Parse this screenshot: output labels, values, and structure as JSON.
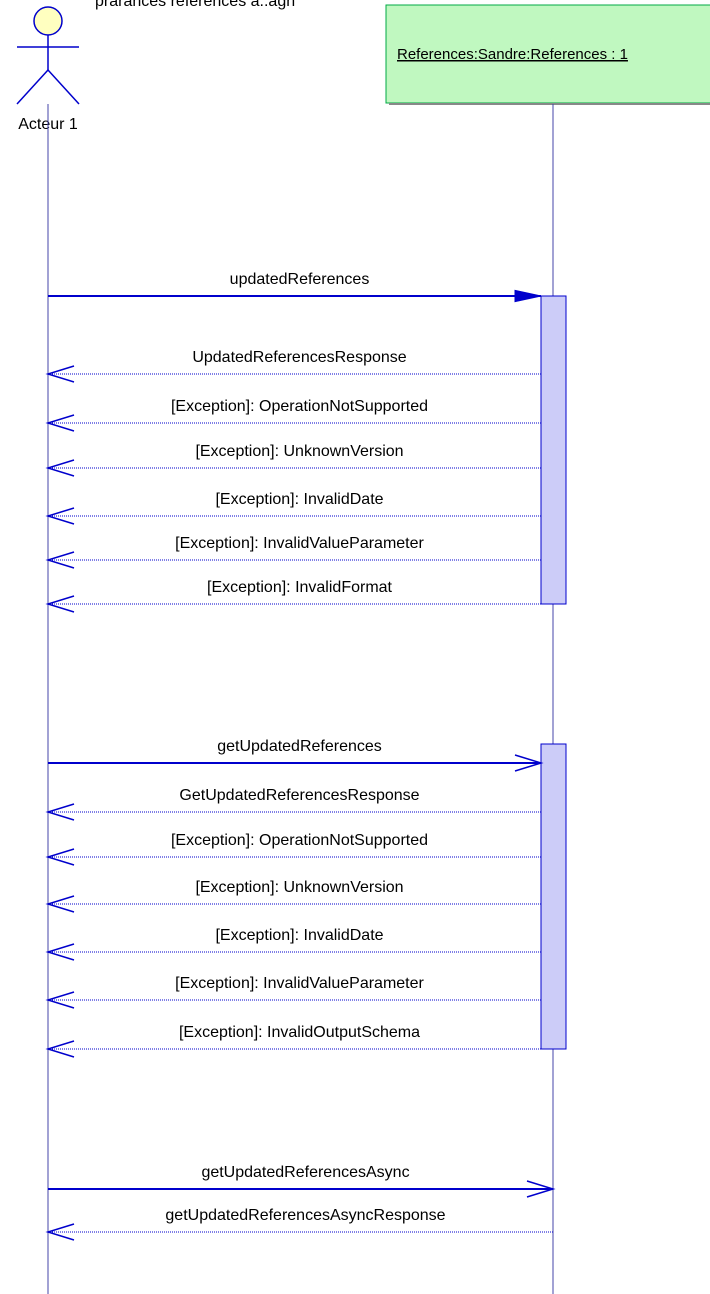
{
  "diagram_top_text": "prarances references a..agn",
  "colors": {
    "line": "#0000cc",
    "lifeline": "#4444aa",
    "actor_head_fill": "#ffffc0",
    "object_fill": "#c0f8c0",
    "object_stroke": "#00aa44",
    "activation_fill": "#ccccf8"
  },
  "actor": {
    "label": "Acteur 1"
  },
  "object": {
    "label": "References:Sandre:References : 1"
  },
  "messages": [
    {
      "label": "updatedReferences",
      "direction": "call",
      "arrow": "filled"
    },
    {
      "label": "UpdatedReferencesResponse",
      "direction": "return",
      "arrow": "open"
    },
    {
      "label": "[Exception]: OperationNotSupported",
      "direction": "return",
      "arrow": "open"
    },
    {
      "label": "[Exception]: UnknownVersion",
      "direction": "return",
      "arrow": "open"
    },
    {
      "label": "[Exception]: InvalidDate",
      "direction": "return",
      "arrow": "open"
    },
    {
      "label": "[Exception]: InvalidValueParameter",
      "direction": "return",
      "arrow": "open"
    },
    {
      "label": "[Exception]: InvalidFormat",
      "direction": "return",
      "arrow": "open"
    },
    {
      "label": "getUpdatedReferences",
      "direction": "call",
      "arrow": "open"
    },
    {
      "label": "GetUpdatedReferencesResponse",
      "direction": "return",
      "arrow": "open"
    },
    {
      "label": "[Exception]: OperationNotSupported",
      "direction": "return",
      "arrow": "open"
    },
    {
      "label": "[Exception]: UnknownVersion",
      "direction": "return",
      "arrow": "open"
    },
    {
      "label": "[Exception]: InvalidDate",
      "direction": "return",
      "arrow": "open"
    },
    {
      "label": "[Exception]: InvalidValueParameter",
      "direction": "return",
      "arrow": "open"
    },
    {
      "label": "[Exception]: InvalidOutputSchema",
      "direction": "return",
      "arrow": "open"
    },
    {
      "label": "getUpdatedReferencesAsync",
      "direction": "call",
      "arrow": "open"
    },
    {
      "label": "getUpdatedReferencesAsyncResponse",
      "direction": "return",
      "arrow": "open"
    }
  ]
}
